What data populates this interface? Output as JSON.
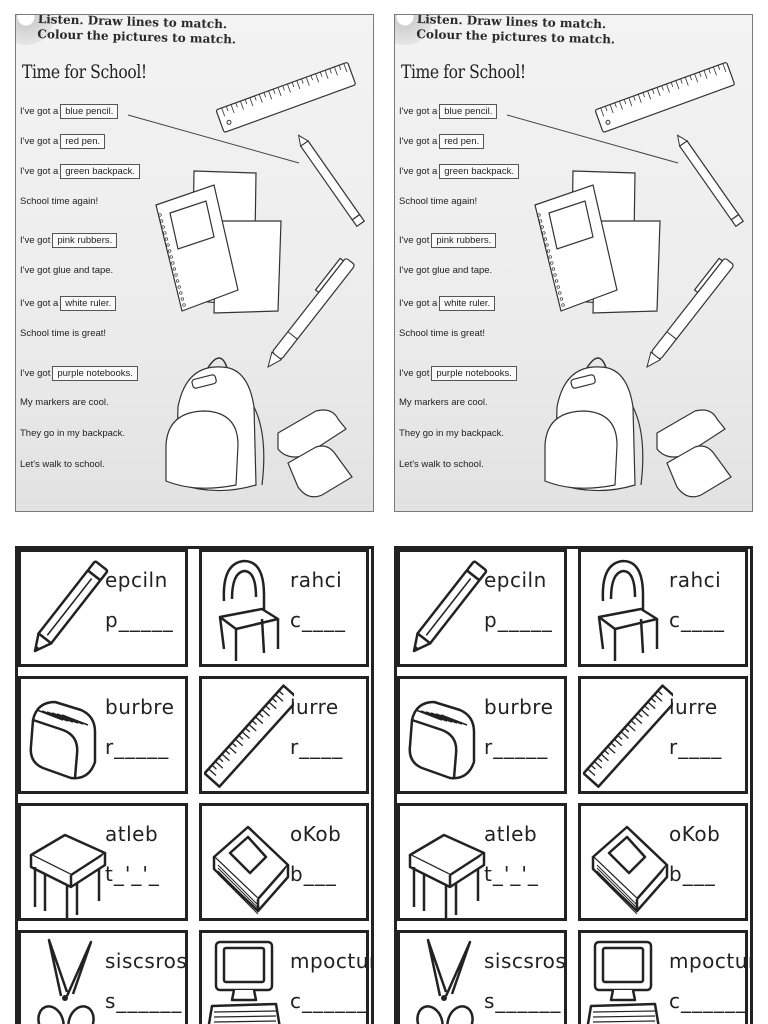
{
  "worksheet": {
    "instruction_1": "Listen. Draw lines to match.",
    "instruction_2": "Colour the pictures to match.",
    "title": "Time for School!",
    "lines": [
      {
        "prefix": "I've got a",
        "box": "blue pencil."
      },
      {
        "prefix": "I've got a",
        "box": "red pen."
      },
      {
        "prefix": "I've got a",
        "box": "green backpack."
      },
      {
        "prefix": "School time again!",
        "box": ""
      },
      {
        "prefix": "I've got",
        "box": "pink rubbers."
      },
      {
        "prefix": "I've got glue and tape.",
        "box": ""
      },
      {
        "prefix": "I've got a",
        "box": "white ruler."
      },
      {
        "prefix": "School time is great!",
        "box": ""
      },
      {
        "prefix": "I've got",
        "box": "purple notebooks."
      },
      {
        "prefix": "My markers are cool.",
        "box": ""
      },
      {
        "prefix": "They go in my backpack.",
        "box": ""
      },
      {
        "prefix": "Let's walk to school.",
        "box": ""
      }
    ]
  },
  "cards": [
    {
      "scrambled": "epciln",
      "hint": "p_____",
      "icon": "pencil-icon"
    },
    {
      "scrambled": "rahci",
      "hint": "c____",
      "icon": "chair-icon"
    },
    {
      "scrambled": "burbre",
      "hint": "r_____",
      "icon": "rubber-icon"
    },
    {
      "scrambled": "lurre",
      "hint": "r____",
      "icon": "ruler-icon"
    },
    {
      "scrambled": "atleb",
      "hint": "t_'_'_",
      "icon": "table-icon"
    },
    {
      "scrambled": "oKob",
      "hint": "b___",
      "icon": "book-icon"
    },
    {
      "scrambled": "siscsros",
      "hint": "s______",
      "icon": "scissors-icon"
    },
    {
      "scrambled": "mpocture",
      "hint": "c______",
      "icon": "computer-icon"
    }
  ]
}
